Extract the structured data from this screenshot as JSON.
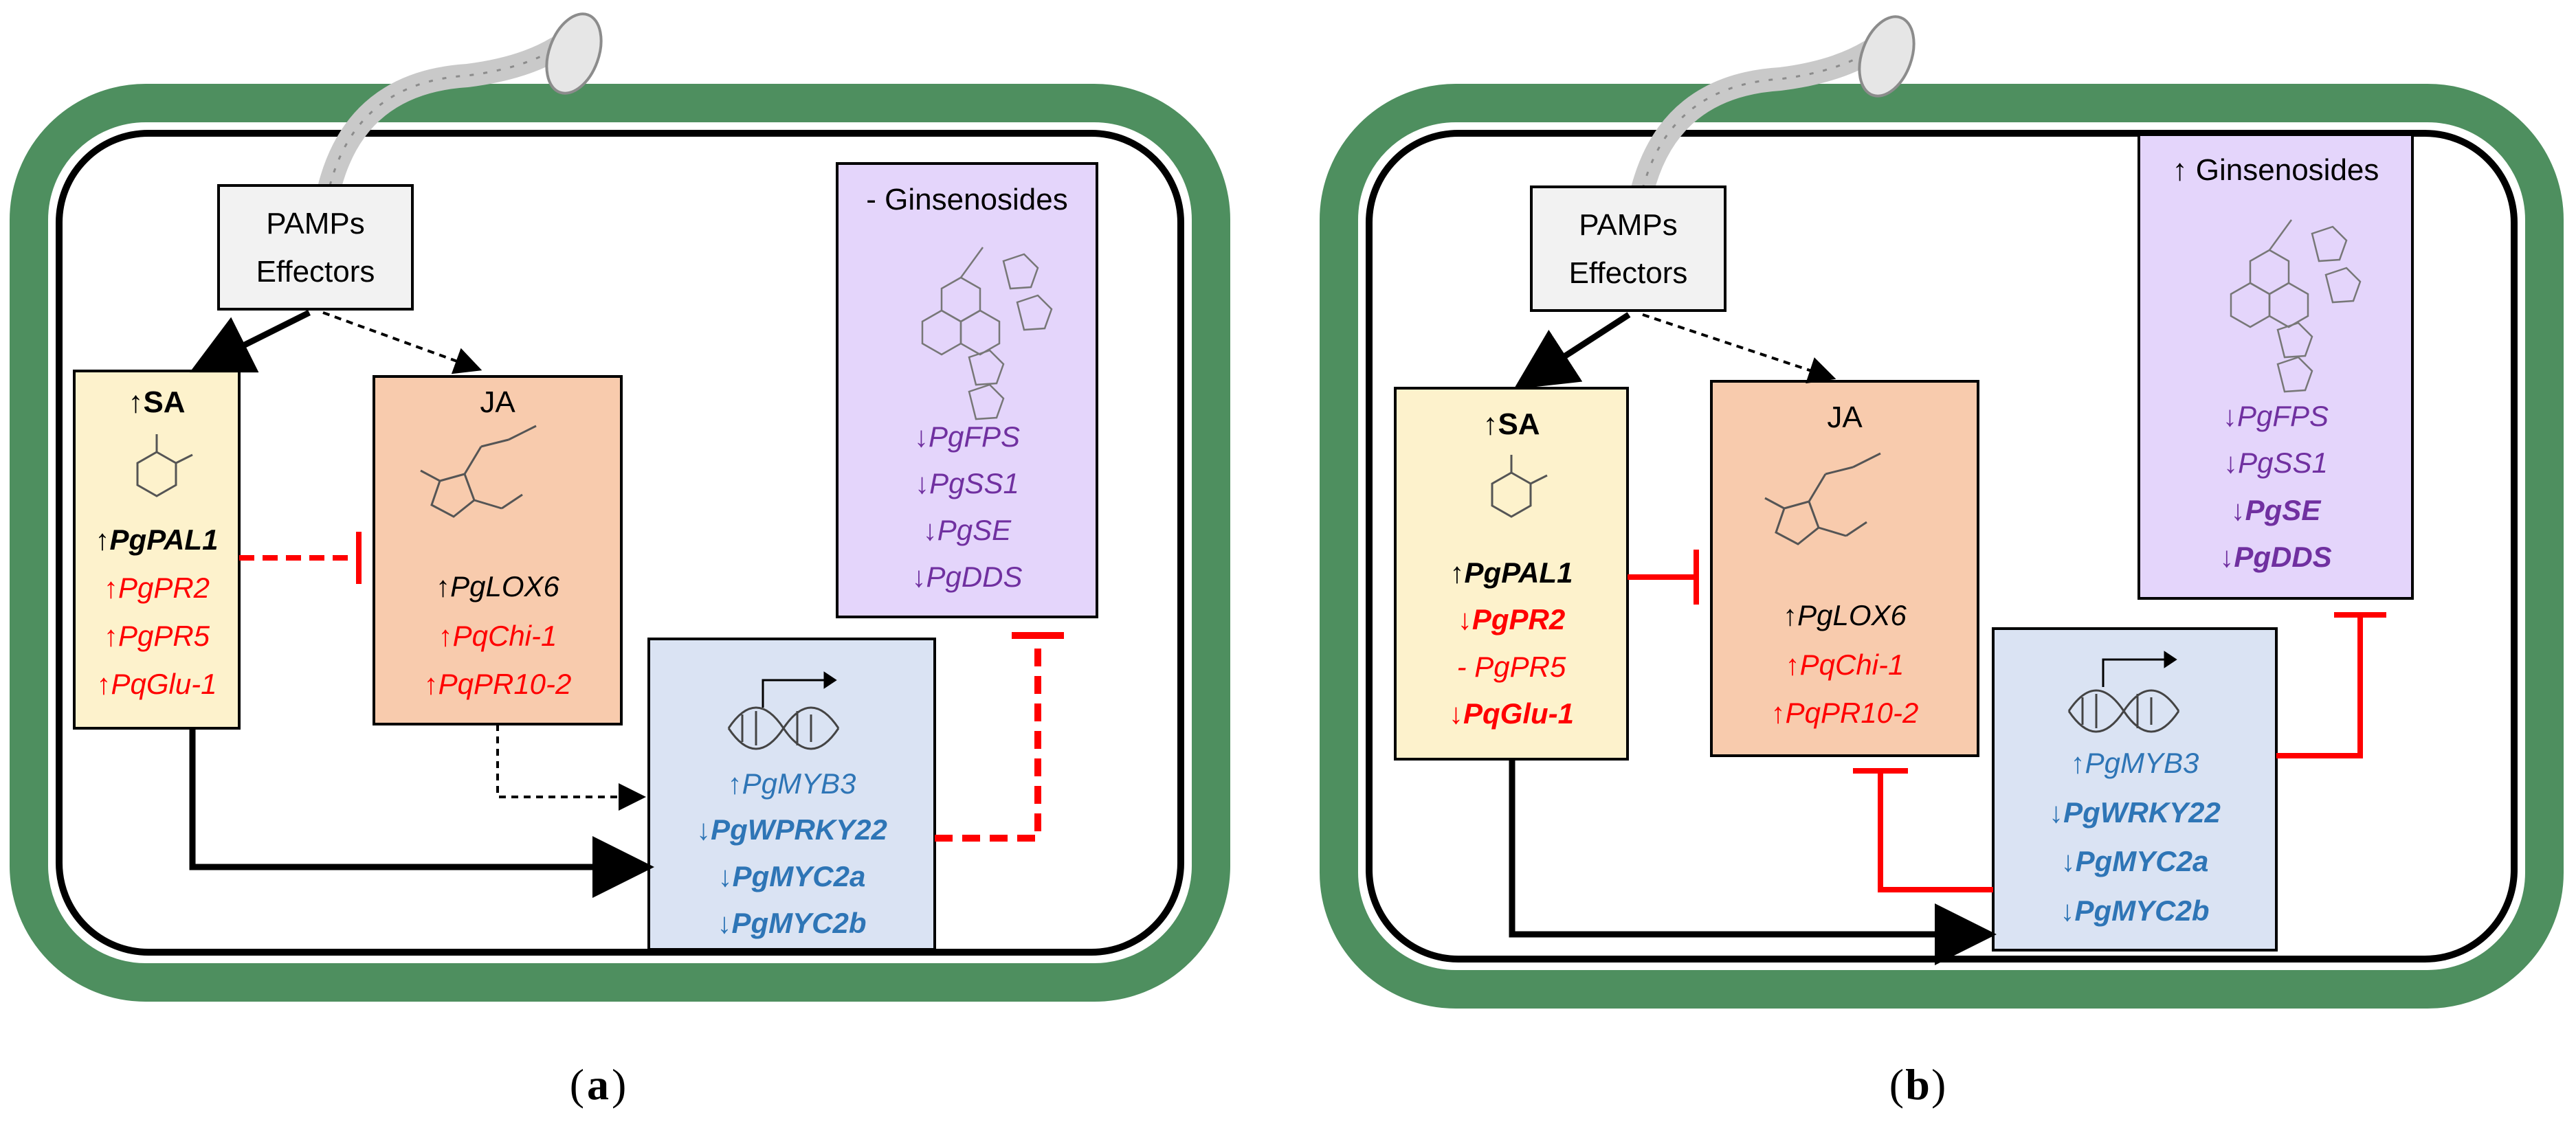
{
  "panels": [
    {
      "id": "a",
      "caption_text": "a",
      "pamps": {
        "line1": "PAMPs",
        "line2": "Effectors"
      },
      "sa": {
        "title": "↑SA",
        "genes": [
          "↑PgPAL1",
          "↑PgPR2",
          "↑PgPR5",
          "↑PqGlu-1"
        ]
      },
      "ja": {
        "title": "JA",
        "genes": [
          "↑PgLOX6",
          "↑PqChi-1",
          "↑PqPR10-2"
        ]
      },
      "ginsenosides": {
        "title": "- Ginsenosides",
        "genes": [
          "↓PgFPS",
          "↓PgSS1",
          "↓PgSE",
          "↓PgDDS"
        ]
      },
      "tf": {
        "genes": [
          "↑PgMYB3",
          "↓PgWPRKY22",
          "↓PgMYC2a",
          "↓PgMYC2b"
        ]
      }
    },
    {
      "id": "b",
      "caption_text": "b",
      "pamps": {
        "line1": "PAMPs",
        "line2": "Effectors"
      },
      "sa": {
        "title": "↑SA",
        "genes": [
          "↑PgPAL1",
          "↓PgPR2",
          "- PgPR5",
          "↓PqGlu-1"
        ]
      },
      "ja": {
        "title": "JA",
        "genes": [
          "↑PgLOX6",
          "↑PqChi-1",
          "↑PqPR10-2"
        ]
      },
      "ginsenosides": {
        "title": "↑ Ginsenosides",
        "genes": [
          "↓PgFPS",
          "↓PgSS1",
          "↓PgSE",
          "↓PgDDS"
        ]
      },
      "tf": {
        "genes": [
          "↑PgMYB3",
          "↓PgWRKY22",
          "↓PgMYC2a",
          "↓PgMYC2b"
        ]
      }
    }
  ],
  "colors": {
    "cell_wall": "#4e8f5f",
    "sa_box": "#fdf2cc",
    "ja_box": "#f8cbad",
    "ginsenoside_box": "#e4d5fb",
    "tf_box": "#dae3f3",
    "pamps_box": "#f2f2f2",
    "red": "#ff0000",
    "blue": "#2e75b6",
    "purple": "#7030a0",
    "black": "#000000"
  }
}
